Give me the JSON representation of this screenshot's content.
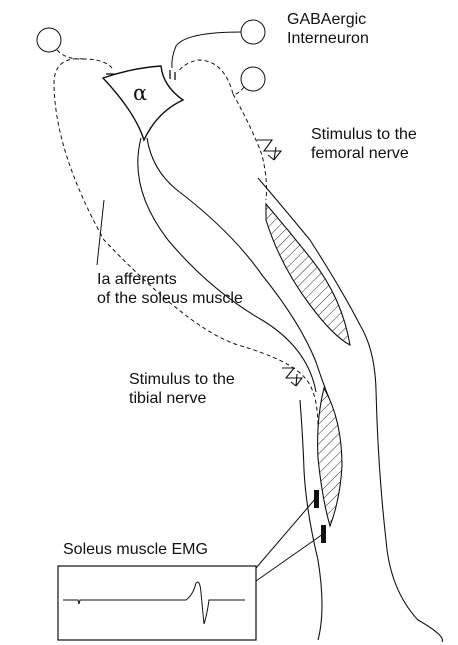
{
  "labels": {
    "gaba_line1": "GABAergic",
    "gaba_line2": "Interneuron",
    "femoral_line1": "Stimulus to the",
    "femoral_line2": "femoral nerve",
    "ia_line1": "Ia afferents",
    "ia_line2": "of the soleus muscle",
    "tibial_line1": "Stimulus to the",
    "tibial_line2": "tibial nerve",
    "emg_title": "Soleus muscle EMG",
    "alpha": "α"
  },
  "icons": {
    "stimulus": "zigzag-arrow-icon",
    "neuron": "circle-cell-body"
  },
  "colors": {
    "ink": "#111111",
    "background": "#ffffff"
  }
}
